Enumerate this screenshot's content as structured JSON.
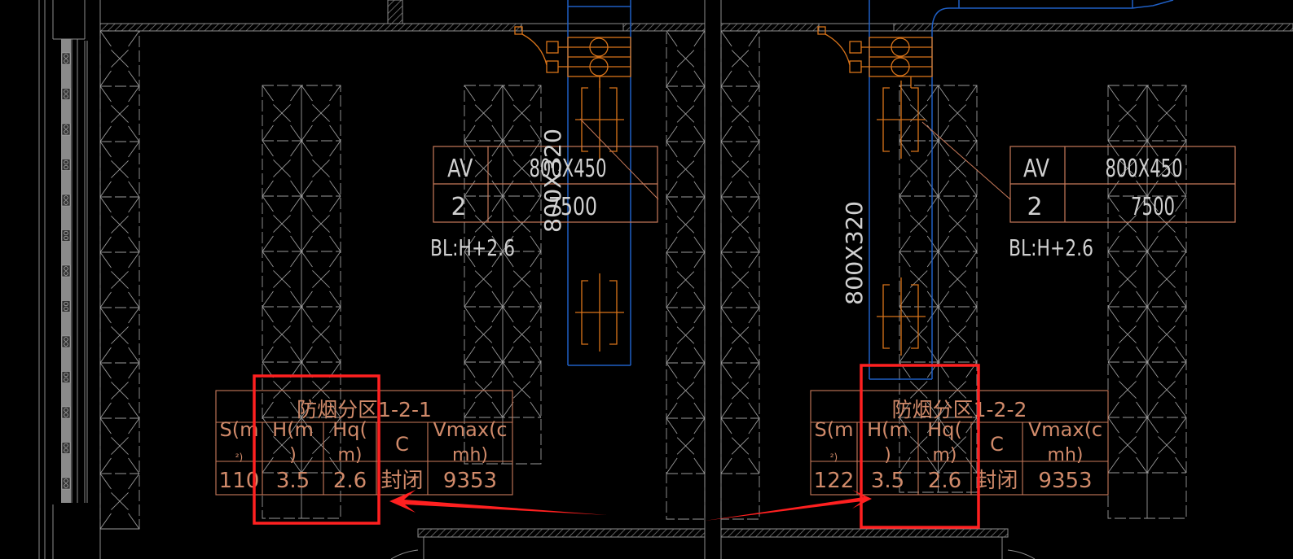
{
  "drawing": {
    "colors": {
      "background": "#000000",
      "wall": "#8c8c8c",
      "rack": "#9a9a9a",
      "duct": "#1f5fc4",
      "equipment": "#d9741a",
      "table": "#c87a5a",
      "table_text": "#d08a6a",
      "label_text": "#d0d0d0",
      "highlight": "#ff2020"
    },
    "smoke_zones": [
      {
        "title": "防烟分区1-2-1",
        "headers": [
          "S(m²)",
          "H(m)",
          "Hq(m)",
          "C",
          "Vmax(cmh)"
        ],
        "header_line1": [
          "S(m",
          "H(m",
          "Hq(",
          "C",
          "Vmax(c"
        ],
        "header_line2": [
          "²)",
          ")",
          "m)",
          "",
          "mh)"
        ],
        "values": [
          "110",
          "3.5",
          "2.6",
          "封闭",
          "9353"
        ]
      },
      {
        "title": "防烟分区1-2-2",
        "headers": [
          "S(m²)",
          "H(m)",
          "Hq(m)",
          "C",
          "Vmax(cmh)"
        ],
        "header_line1": [
          "S(m",
          "H(m",
          "Hq(",
          "C",
          "Vmax(c"
        ],
        "header_line2": [
          "²)",
          ")",
          "m)",
          "",
          "mh)"
        ],
        "values": [
          "122",
          "3.5",
          "2.6",
          "封闭",
          "9353"
        ]
      }
    ],
    "vent_tags": [
      {
        "type": "AV",
        "size": "800X450",
        "count": "2",
        "airflow": "7500",
        "elevation": "BL:H+2.6"
      },
      {
        "type": "AV",
        "size": "800X450",
        "count": "2",
        "airflow": "7500",
        "elevation": "BL:H+2.6"
      }
    ],
    "duct_labels": [
      "800X320",
      "800X320"
    ],
    "annotations": {
      "highlight_boxes": 2,
      "arrows": 2
    }
  }
}
